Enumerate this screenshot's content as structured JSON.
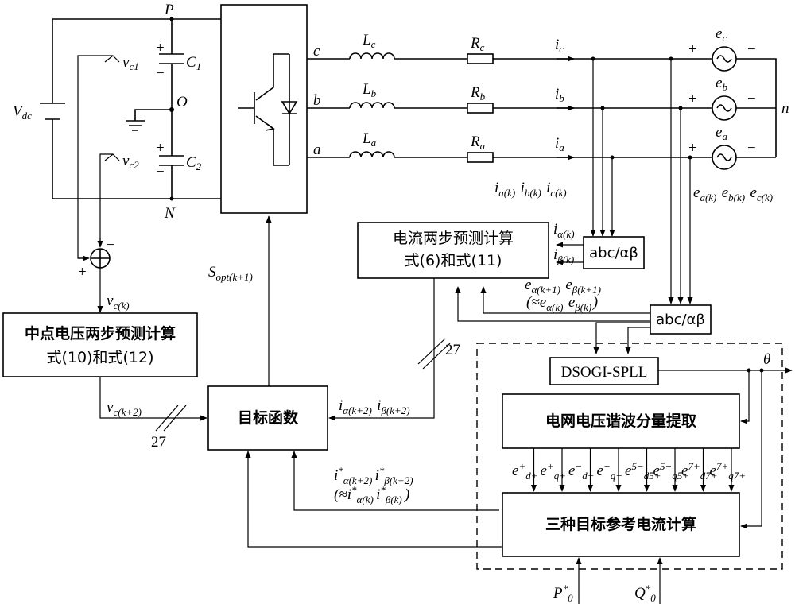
{
  "nodes": {
    "P": "P",
    "N": "N",
    "O": "O",
    "n": "n",
    "Vdc": "V",
    "Vdc_sub": "dc",
    "C1": "C",
    "C1_sub": "1",
    "C2": "C",
    "C2_sub": "2",
    "vc1": "v",
    "vc1_sub": "c1",
    "vc2": "v",
    "vc2_sub": "c2",
    "phase_a": "a",
    "phase_b": "b",
    "phase_c": "c",
    "La": "L",
    "La_sub": "a",
    "Lb": "L",
    "Lb_sub": "b",
    "Lc": "L",
    "Lc_sub": "c",
    "Ra": "R",
    "Ra_sub": "a",
    "Rb": "R",
    "Rb_sub": "b",
    "Rc": "R",
    "Rc_sub": "c",
    "ia": "i",
    "ia_sub": "a",
    "ib": "i",
    "ib_sub": "b",
    "ic": "i",
    "ic_sub": "c",
    "ea": "e",
    "ea_sub": "a",
    "eb": "e",
    "eb_sub": "b",
    "ec": "e",
    "ec_sub": "c",
    "plus": "+",
    "minus": "−"
  },
  "signals": {
    "i_abc_k": "i_{a(k)} i_{b(k)} i_{c(k)}",
    "e_abc_k": "e_{a(k)} e_{b(k)} e_{c(k)}",
    "i_alpha_k": "i_{α(k)}",
    "i_beta_k": "i_{β(k)}",
    "e_alphabeta_k1": "e_{α(k+1)} e_{β(k+1)}",
    "e_alphabeta_approx": "(≈e_{α(k)} e_{β(k)})",
    "vc_k": "v_{c(k)}",
    "vc_k2": "v_{c(k+2)}",
    "s_opt": "S_{opt(k+1)}",
    "i_alphabeta_k2": "i_{α(k+2)} i_{β(k+2)}",
    "i_ref_k2": "i*_{α(k+2)} i*_{β(k+2)}",
    "i_ref_approx": "(≈i*_{α(k)} i*_{β(k)})",
    "theta": "θ",
    "bus_27_a": "27",
    "bus_27_b": "27",
    "harmonics": [
      "e+_{d+}",
      "e+_{q+}",
      "e−_{d−}",
      "e−_{q−}",
      "e5−_{d5+}",
      "e5−_{q5+}",
      "e7+_{d7+}",
      "e7+_{q7+}"
    ],
    "P0": "P*_0",
    "Q0": "Q*_0"
  },
  "blocks": {
    "current_pred_line1": "电流两步预测计算",
    "current_pred_line2": "式(6)和式(11)",
    "np_pred_line1": "中点电压两步预测计算",
    "np_pred_line2": "式(10)和式(12)",
    "objective": "目标函数",
    "abc_ab_1": "abc/αβ",
    "abc_ab_2": "abc/αβ",
    "pll": "DSOGI-SPLL",
    "harmonic_extract": "电网电压谐波分量提取",
    "ref_calc": "三种目标参考电流计算"
  }
}
